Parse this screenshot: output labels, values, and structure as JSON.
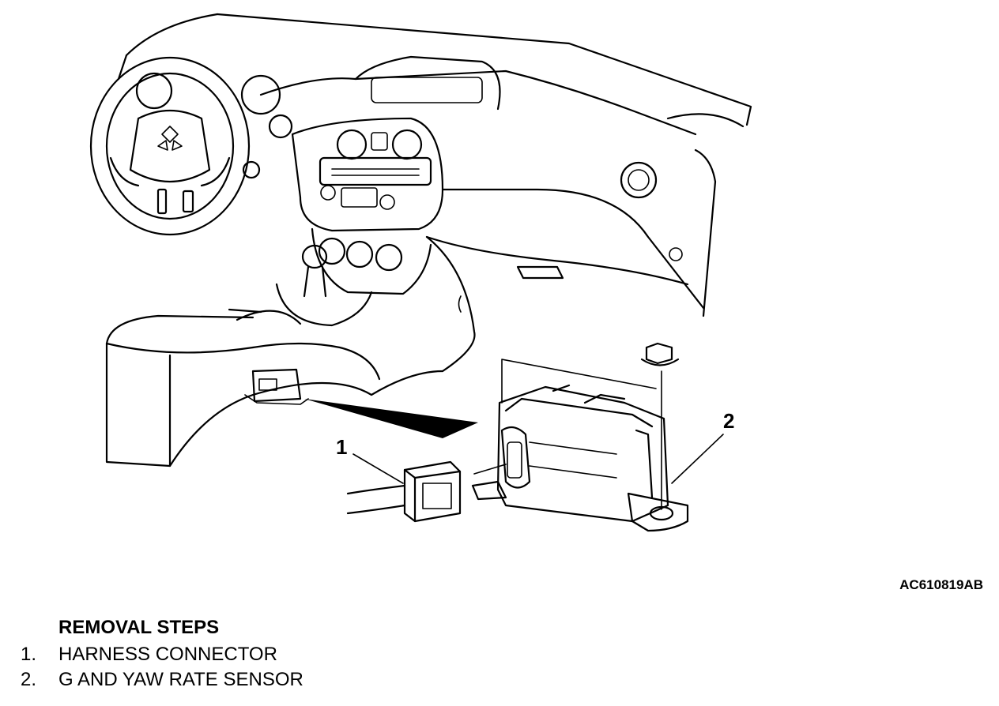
{
  "figure": {
    "code": "AC610819AB",
    "callouts": [
      {
        "number": "1",
        "part": "harness-connector"
      },
      {
        "number": "2",
        "part": "g-and-yaw-rate-sensor"
      }
    ]
  },
  "removal_steps": {
    "title": "REMOVAL STEPS",
    "items": [
      {
        "number": "1.",
        "label": "HARNESS CONNECTOR"
      },
      {
        "number": "2.",
        "label": "G AND YAW RATE SENSOR"
      }
    ]
  }
}
